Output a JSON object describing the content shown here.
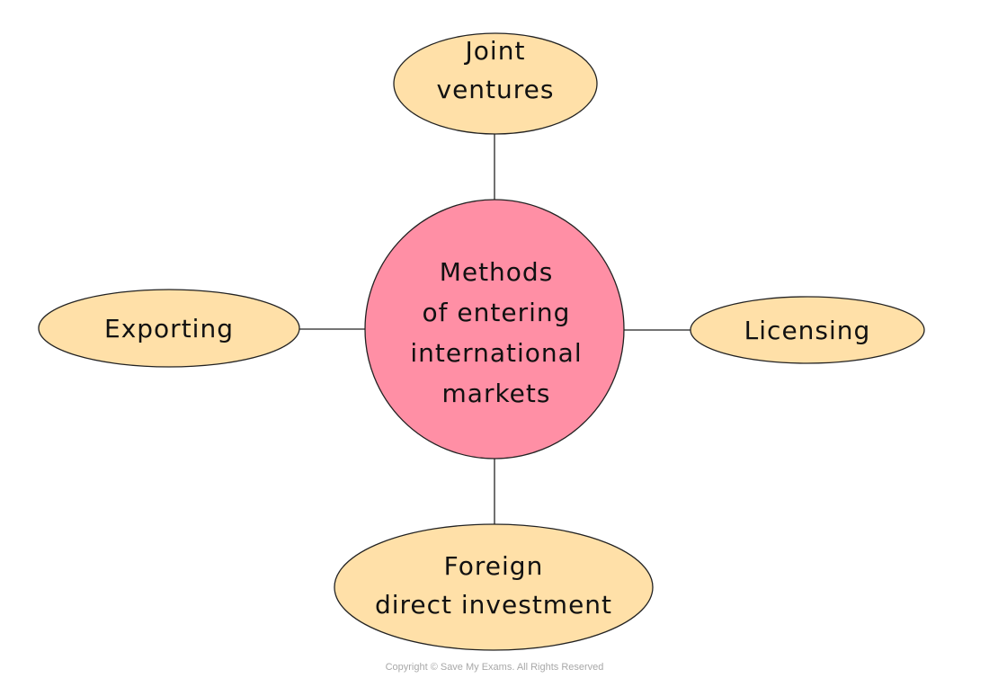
{
  "diagram": {
    "center": {
      "lines": [
        "Methods",
        "of entering",
        "international",
        "markets"
      ],
      "color": "#FF8FA5"
    },
    "nodes": [
      {
        "id": "top",
        "lines": [
          "Joint",
          "ventures"
        ]
      },
      {
        "id": "left",
        "lines": [
          "Exporting"
        ]
      },
      {
        "id": "right",
        "lines": [
          "Licensing"
        ]
      },
      {
        "id": "bottom",
        "lines": [
          "Foreign",
          "direct investment"
        ]
      }
    ],
    "node_color": "#FFE0A8",
    "copyright": "Copyright © Save My Exams. All Rights Reserved"
  }
}
